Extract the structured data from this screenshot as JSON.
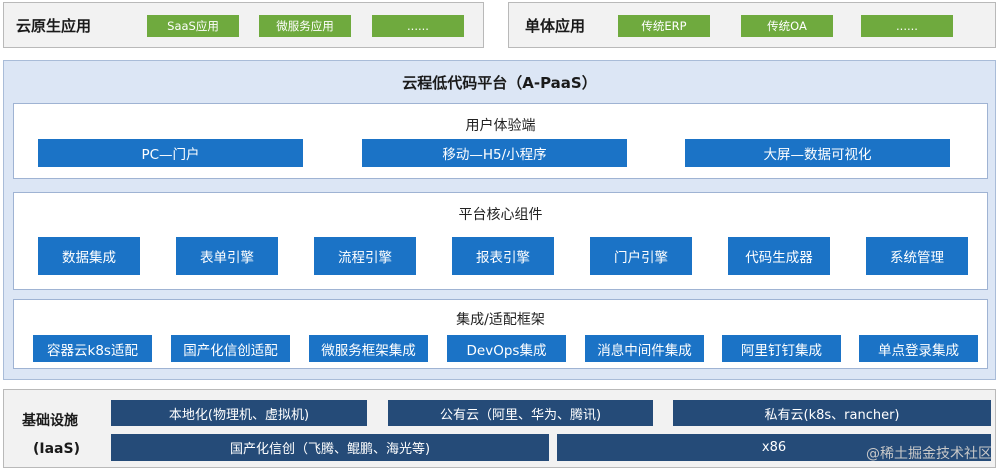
{
  "cloud_native": {
    "title": "云原生应用",
    "chips": [
      "SaaS应用",
      "微服务应用",
      "......"
    ]
  },
  "monolith": {
    "title": "单体应用",
    "chips": [
      "传统ERP",
      "传统OA",
      "......"
    ]
  },
  "platform": {
    "title": "云程低代码平台（A-PaaS）",
    "ux_layer": {
      "title": "用户体验端",
      "items": [
        "PC—门户",
        "移动—H5/小程序",
        "大屏—数据可视化"
      ]
    },
    "core_layer": {
      "title": "平台核心组件",
      "items": [
        "数据集成",
        "表单引擎",
        "流程引擎",
        "报表引擎",
        "门户引擎",
        "代码生成器",
        "系统管理"
      ]
    },
    "integration_layer": {
      "title": "集成/适配框架",
      "items": [
        "容器云k8s适配",
        "国产化信创适配",
        "微服务框架集成",
        "DevOps集成",
        "消息中间件集成",
        "阿里钉钉集成",
        "单点登录集成"
      ]
    }
  },
  "iaas": {
    "label_line1": "基础设施",
    "label_line2": "(IaaS)",
    "row1": [
      "本地化(物理机、虚拟机)",
      "公有云（阿里、华为、腾讯)",
      "私有云(k8s、rancher)"
    ],
    "row2": [
      "国产化信创（飞腾、鲲鹏、海光等)",
      "x86"
    ]
  },
  "watermark": "@稀土掘金技术社区",
  "colors": {
    "green": "#6faa3e",
    "blue": "#1b73c6",
    "navy": "#254b78",
    "panel_bg": "#dce6f5"
  }
}
